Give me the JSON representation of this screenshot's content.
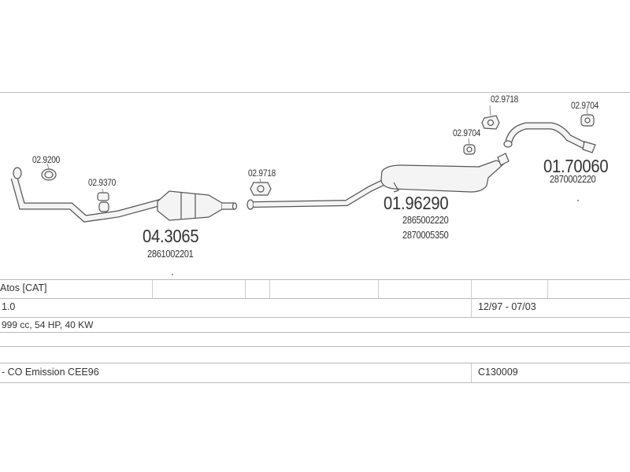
{
  "parts": {
    "p1": {
      "number": "02.9200"
    },
    "p2": {
      "number": "02.9370"
    },
    "p3": {
      "number": "04.3065",
      "ref": "2861002201"
    },
    "p4": {
      "number": "02.9718"
    },
    "p5": {
      "number": "01.96290",
      "ref1": "2865002220",
      "ref2": "2870005350"
    },
    "p6": {
      "number": "02.9704"
    },
    "p7": {
      "number": "02.9718"
    },
    "p8": {
      "number": "02.9704"
    },
    "p9": {
      "number": "01.70060",
      "ref": "2870002220"
    }
  },
  "table": {
    "model": "Atos  [CAT]",
    "engine": "1.0",
    "years": "12/97 - 07/03",
    "specs": "999 cc, 54 HP, 40 KW",
    "emission": "- CO Emission CEE96",
    "code": "C130009"
  },
  "colors": {
    "line": "#555555",
    "fill": "#f4f4f4",
    "border": "#bbbbbb"
  }
}
